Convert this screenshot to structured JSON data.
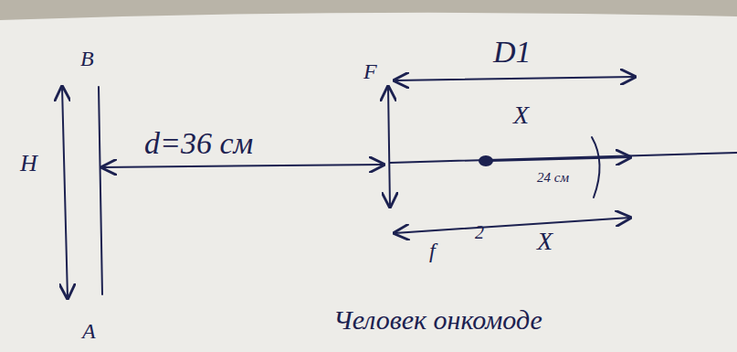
{
  "diagram": {
    "labels": [
      "B",
      "H",
      "A",
      "d=36 см",
      "F",
      "D1",
      "X",
      "24 см",
      "f",
      "2",
      "X",
      "Человек онкомоде"
    ]
  }
}
